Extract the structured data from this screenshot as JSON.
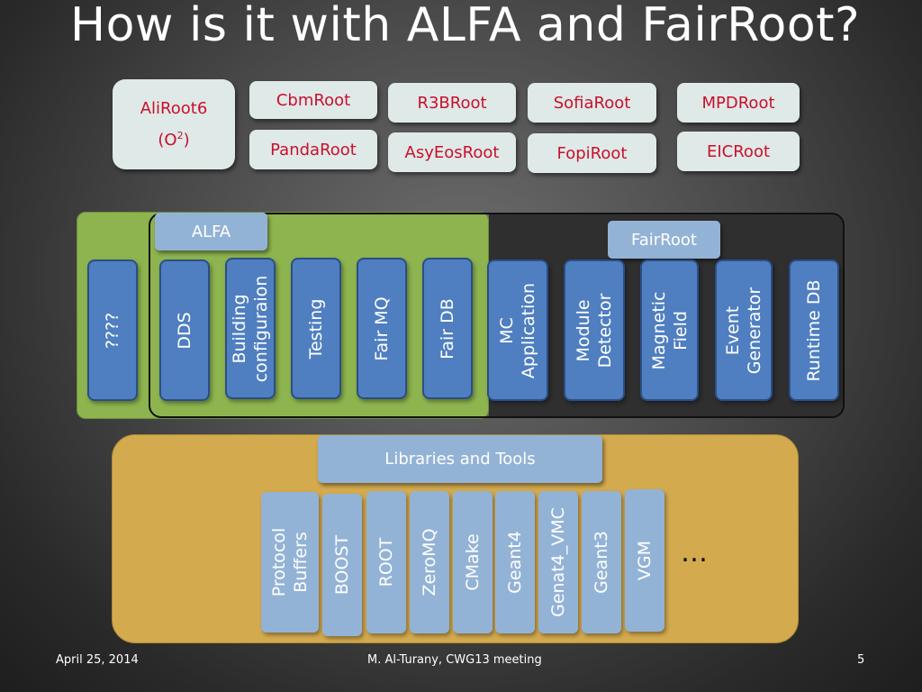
{
  "slide": {
    "title": "How is it with ALFA and FairRoot?",
    "frameworks": {
      "aliroot": {
        "name": "AliRoot6",
        "sub_prefix": "(O",
        "sub_exp": "2",
        "sub_suffix": ")"
      },
      "items": [
        "CbmRoot",
        "R3BRoot",
        "SofiaRoot",
        "MPDRoot",
        "PandaRoot",
        "AsyEosRoot",
        "FopiRoot",
        "EICRoot"
      ]
    },
    "alfa": {
      "label": "ALFA",
      "unknown": "????",
      "components": [
        "DDS",
        "Building\nconfiguraion",
        "Testing",
        "Fair MQ",
        "Fair DB"
      ]
    },
    "fairroot": {
      "label": "FairRoot",
      "components": [
        "MC\nApplication",
        "Module\nDetector",
        "Magnetic\nField",
        "Event\nGenerator",
        "Runtime DB"
      ]
    },
    "libraries": {
      "label": "Libraries and Tools",
      "items": [
        "Protocol\nBuffers",
        "BOOST",
        "ROOT",
        "ZeroMQ",
        "CMake",
        "Geant4",
        "Genat4_VMC",
        "Geant3",
        "VGM"
      ],
      "more": "…"
    },
    "footer": {
      "date": "April 25, 2014",
      "author": "M. Al-Turany, CWG13 meeting",
      "page": "5"
    },
    "colors": {
      "framework_text": "#c8102e",
      "alfa_green": "#8db44e",
      "component_blue": "#4f7fc0",
      "tab_light_blue": "#93b3d6",
      "libraries_gold": "#d4aa4e"
    }
  }
}
